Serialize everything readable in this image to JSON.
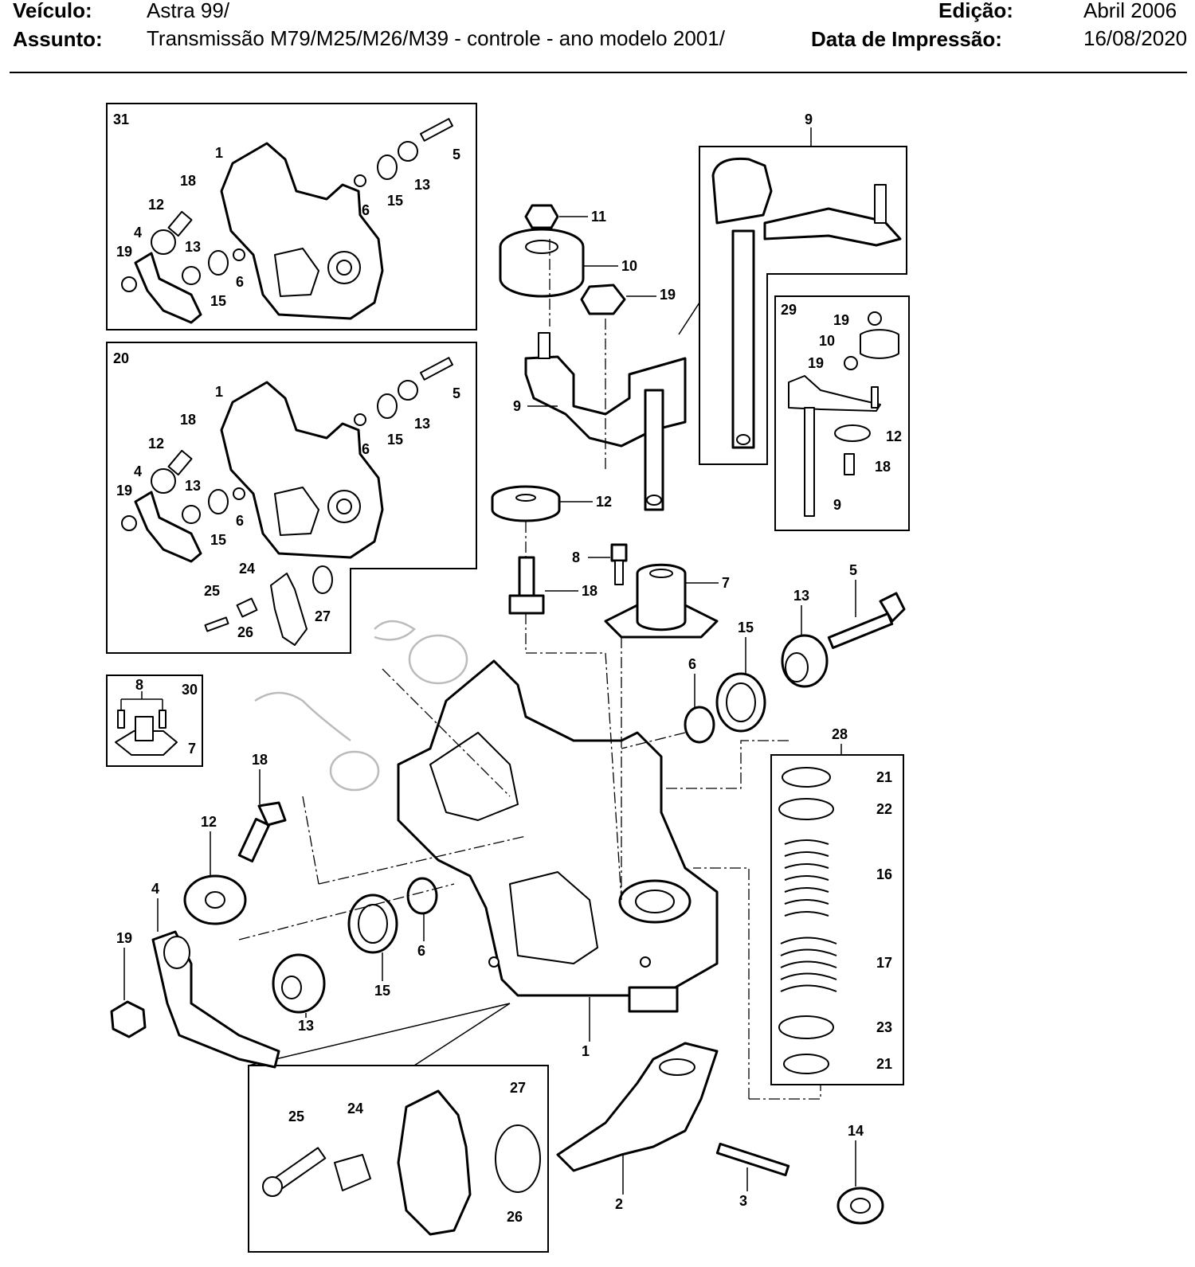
{
  "header": {
    "vehicle_label": "Veículo:",
    "vehicle_value": "Astra 99/",
    "subject_label": "Assunto:",
    "subject_value": "Transmissão M79/M25/M26/M39 - controle - ano modelo 2001/",
    "edition_label": "Edição:",
    "edition_value": "Abril 2006",
    "print_date_label": "Data de Impressão:",
    "print_date_value": "16/08/2020"
  },
  "diagram": {
    "inset_31": {
      "id": "31",
      "callouts": [
        "1",
        "18",
        "12",
        "4",
        "19",
        "13",
        "15",
        "6",
        "6",
        "15",
        "13",
        "5"
      ]
    },
    "inset_20": {
      "id": "20",
      "callouts": [
        "1",
        "18",
        "12",
        "4",
        "19",
        "13",
        "15",
        "6",
        "6",
        "15",
        "13",
        "5",
        "24",
        "25",
        "26",
        "27"
      ]
    },
    "inset_30": {
      "id": "30",
      "callouts": [
        "8",
        "7"
      ]
    },
    "inset_9": {
      "id": "9"
    },
    "inset_29": {
      "id": "29",
      "callouts": [
        "19",
        "10",
        "19",
        "12",
        "18",
        "9"
      ]
    },
    "inset_28": {
      "id": "28",
      "callouts": [
        "21",
        "22",
        "16",
        "17",
        "23",
        "21"
      ]
    },
    "inset_bottom": {
      "callouts": [
        "25",
        "24",
        "27",
        "26"
      ]
    },
    "main_callouts": [
      "11",
      "10",
      "19",
      "9",
      "12",
      "8",
      "7",
      "18",
      "5",
      "13",
      "15",
      "6",
      "18",
      "12",
      "4",
      "19",
      "13",
      "15",
      "6",
      "1",
      "2",
      "3",
      "14"
    ]
  }
}
